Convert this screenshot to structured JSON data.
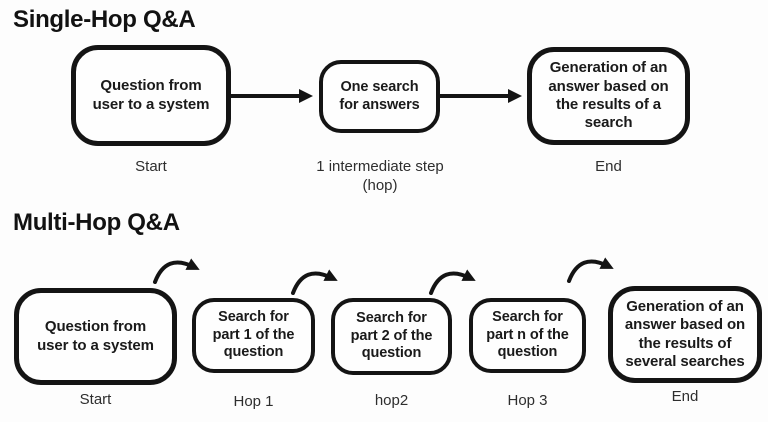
{
  "colors": {
    "ink": "#141414",
    "background": "#fdfdfd",
    "label_text": "#2e2e2e"
  },
  "single_hop": {
    "title": "Single-Hop Q&A",
    "nodes": [
      {
        "text": "Question from\nuser to a system",
        "label": "Start"
      },
      {
        "text": "One search\nfor answers",
        "label": "1 intermediate step\n(hop)"
      },
      {
        "text": "Generation of an\nanswer based on\nthe results of a\nsearch",
        "label": "End"
      }
    ]
  },
  "multi_hop": {
    "title": "Multi-Hop Q&A",
    "nodes": [
      {
        "text": "Question from\nuser to a system",
        "label": "Start"
      },
      {
        "text": "Search for\npart 1 of the\nquestion",
        "label": "Hop 1"
      },
      {
        "text": "Search for\npart 2 of the\nquestion",
        "label": "hop2"
      },
      {
        "text": "Search for\npart n of the\nquestion",
        "label": "Hop 3"
      },
      {
        "text": "Generation of an\nanswer based on\nthe results of\nseveral searches",
        "label": "End"
      }
    ]
  }
}
